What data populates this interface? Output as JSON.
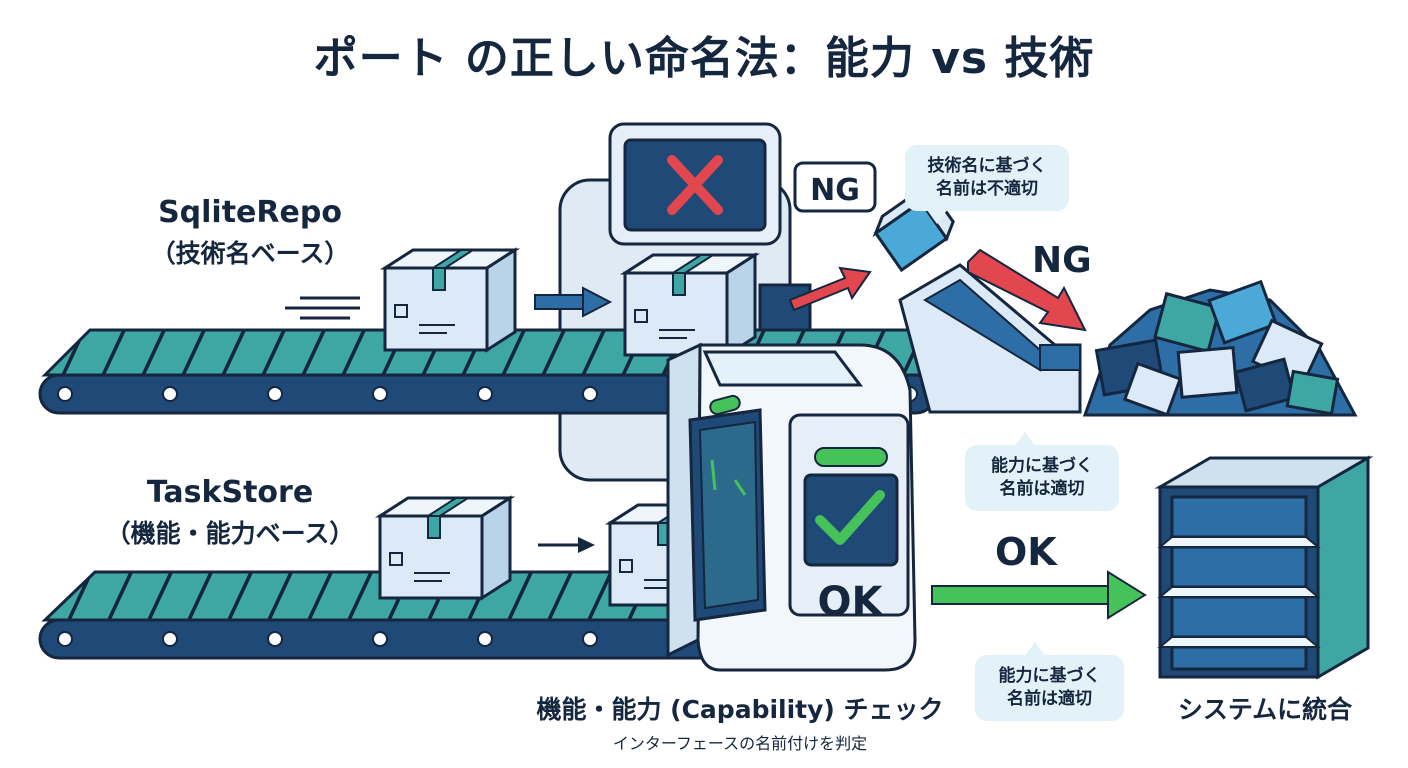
{
  "title": "ポート の正しい命名法：能力 vs 技術",
  "top_lane": {
    "name": "SqliteRepo",
    "sub": "（技術名ベース）"
  },
  "bottom_lane": {
    "name": "TaskStore",
    "sub": "（機能・能力ベース）"
  },
  "ng_sign": "NG",
  "ng_label": "NG",
  "ok_label": "OK",
  "ok_machine_label": "OK",
  "bubble_ng": {
    "line1": "技術名に基づく",
    "line2": "名前は不適切"
  },
  "bubble_ok_upper": {
    "line1": "能力に基づく",
    "line2": "名前は適切"
  },
  "bubble_ok_lower": {
    "line1": "能力に基づく",
    "line2": "名前は適切"
  },
  "check_title": "機能・能力 (Capability) チェック",
  "check_sub": "インターフェースの名前付けを判定",
  "integrate_label": "システムに統合",
  "colors": {
    "navy": "#15263f",
    "teal": "#3fa7a3",
    "ng_red": "#e2474f",
    "ok_green": "#45c25a",
    "box": "#dbeaf6"
  },
  "icons": [
    "cross-mark-icon",
    "check-mark-icon",
    "cardboard-box-icon",
    "conveyor-belt-icon",
    "shelf-icon",
    "scrap-pile-icon"
  ]
}
